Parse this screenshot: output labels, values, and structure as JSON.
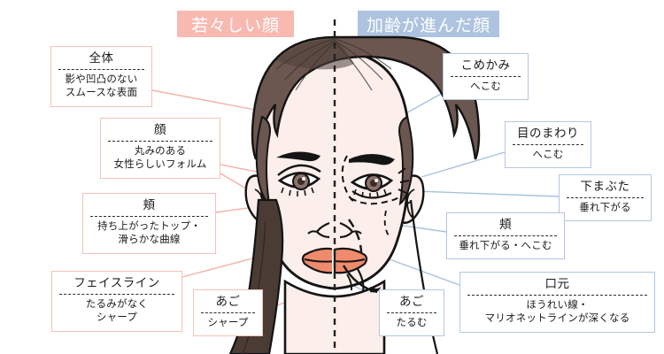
{
  "banners": {
    "young": {
      "label": "若々しい顔",
      "color": "#f8bab0"
    },
    "aged": {
      "label": "加齢が進んだ顔",
      "color": "#adc3df"
    }
  },
  "theme": {
    "pink_border": "#f6c0b8",
    "blue_border": "#b3c7e0",
    "pink_line": "#f3b2a8",
    "blue_line": "#a9c1dd",
    "skin": "#fbeeeb",
    "hair": "#6b5750",
    "lips": "#f08a6c",
    "outline": "#141414",
    "divider": "#222222"
  },
  "young_labels": [
    {
      "name": "whole",
      "title": "全体",
      "desc": "影や凹凸のない\nスムースな表面"
    },
    {
      "name": "face",
      "title": "顔",
      "desc": "丸みのある\n女性らしいフォルム"
    },
    {
      "name": "cheek",
      "title": "頬",
      "desc": "持ち上がったトップ・\n滑らかな曲線"
    },
    {
      "name": "faceline",
      "title": "フェイスライン",
      "desc": "たるみがなく\nシャープ"
    },
    {
      "name": "chin",
      "title": "あご",
      "desc": "シャープ"
    }
  ],
  "aged_labels": [
    {
      "name": "temple",
      "title": "こめかみ",
      "desc": "へこむ"
    },
    {
      "name": "eye-area",
      "title": "目のまわり",
      "desc": "へこむ"
    },
    {
      "name": "lower-lid",
      "title": "下まぶた",
      "desc": "垂れ下がる"
    },
    {
      "name": "cheek",
      "title": "頬",
      "desc": "垂れ下がる・へこむ"
    },
    {
      "name": "chin",
      "title": "あご",
      "desc": "たるむ"
    },
    {
      "name": "mouth",
      "title": "口元",
      "desc": "ほうれい線・\nマリオネットラインが深くなる"
    }
  ]
}
